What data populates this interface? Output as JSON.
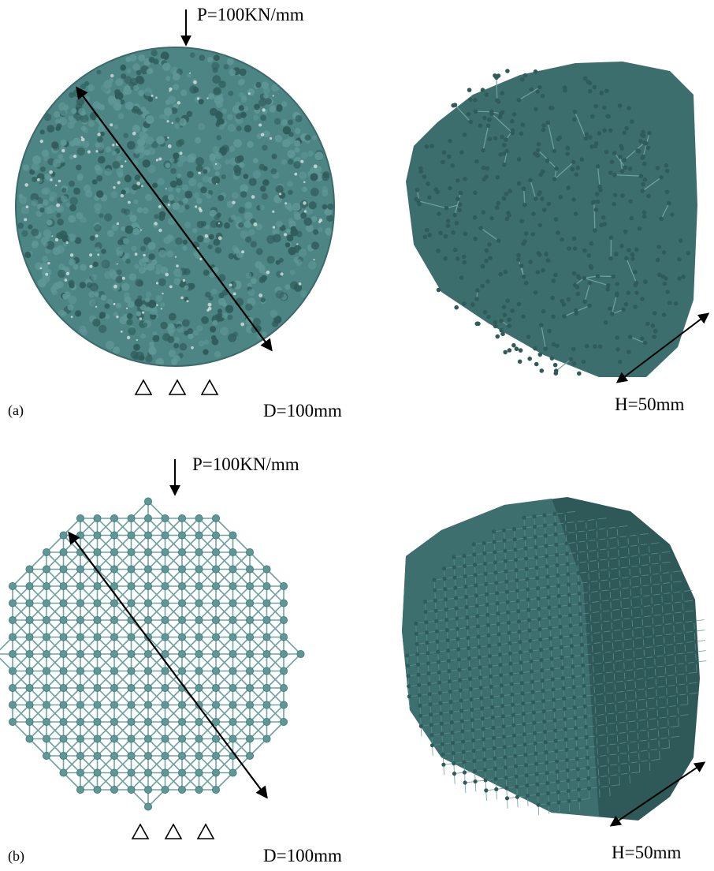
{
  "panel_a": {
    "label": "(a)",
    "load_label": "P=100KN/mm",
    "diameter_label": "D=100mm",
    "height_label": "H=50mm"
  },
  "panel_b": {
    "label": "(b)",
    "load_label": "P=100KN/mm",
    "diameter_label": "D=100mm",
    "height_label": "H=50mm"
  },
  "colors": {
    "particle": "#5e9796",
    "particle_dark": "#2f5c5b",
    "bond": "#6fa3a2",
    "annotation": "#000000"
  }
}
